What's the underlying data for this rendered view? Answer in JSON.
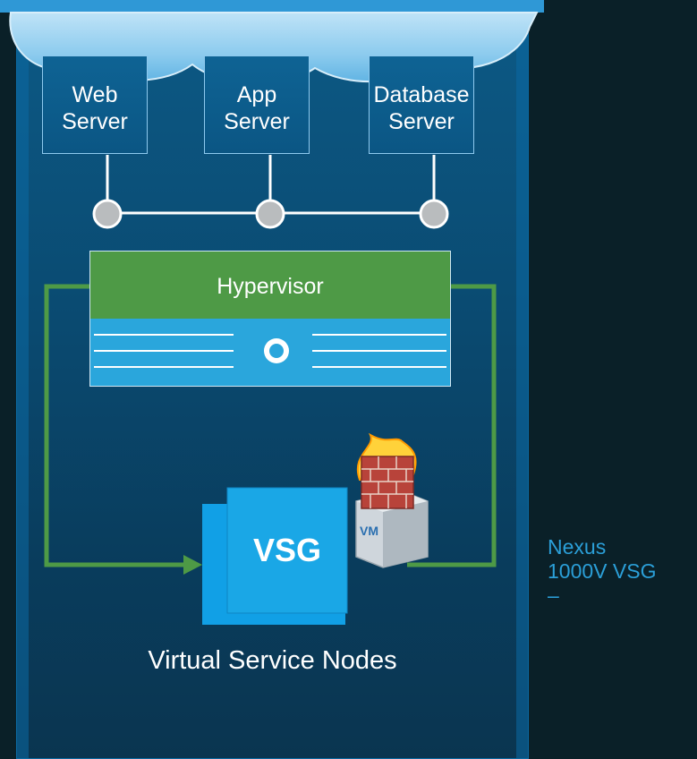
{
  "servers": [
    {
      "line1": "Web",
      "line2": "Server"
    },
    {
      "line1": "App",
      "line2": "Server"
    },
    {
      "line1": "Database",
      "line2": "Server"
    }
  ],
  "hypervisor": {
    "label": "Hypervisor"
  },
  "vsg": {
    "label": "VSG",
    "vm_badge": "VM"
  },
  "caption": "Virtual Service Nodes",
  "side_note": {
    "line1": "Nexus",
    "line2": "1000V VSG",
    "line3": "–"
  },
  "colors": {
    "background": "#0a2028",
    "panel": "#0b4e77",
    "hypervisor_bar": "#4e9a46",
    "hypervisor_body": "#2aa6dc",
    "flow_line": "#4e9a46",
    "vsg_card": "#1aa7e6",
    "note_text": "#2b9fd8"
  }
}
